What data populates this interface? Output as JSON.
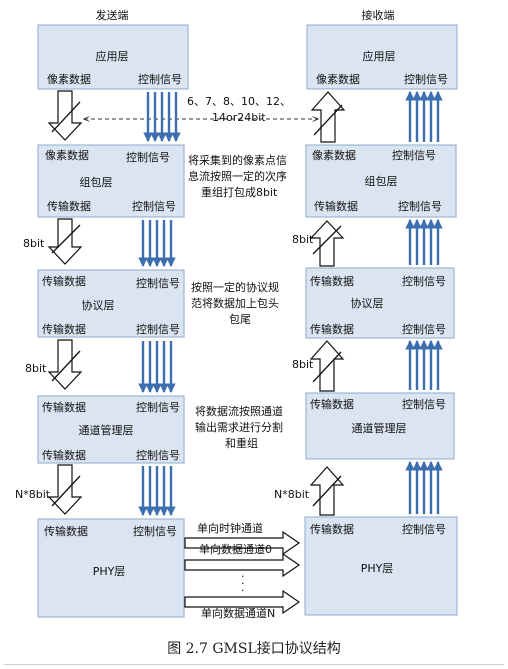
{
  "sender": {
    "title": "发送端",
    "layers": {
      "app": {
        "name": "应用层",
        "left": "像素数据",
        "right": "控制信号"
      },
      "pack": {
        "top_left": "像素数据",
        "top_right": "控制信号",
        "name": "组包层",
        "bot_left": "传输数据",
        "bot_right": "控制信号"
      },
      "protocol": {
        "top_left": "传输数据",
        "top_right": "控制信号",
        "name": "协议层",
        "bot_left": "传输数据",
        "bot_right": "控制信号"
      },
      "channel": {
        "top_left": "传输数据",
        "top_right": "控制信号",
        "name": "通道管理层",
        "bot_left": "传输数据",
        "bot_right": "控制信号"
      },
      "phy": {
        "top_left": "传输数据",
        "top_right": "控制信号",
        "name": "PHY层"
      }
    }
  },
  "receiver": {
    "title": "接收端",
    "layers": {
      "app": {
        "name": "应用层",
        "left": "像素数据",
        "right": "控制信号"
      },
      "pack": {
        "top_left": "像素数据",
        "top_right": "控制信号",
        "name": "组包层",
        "bot_left": "传输数据",
        "bot_right": "控制信号"
      },
      "protocol": {
        "top_left": "传输数据",
        "top_right": "控制信号",
        "name": "协议层",
        "bot_left": "传输数据",
        "bot_right": "控制信号"
      },
      "channel": {
        "top_left": "传输数据",
        "top_right": "控制信号",
        "name": "通道管理层"
      },
      "phy": {
        "top_left": "传输数据",
        "top_right": "控制信号",
        "name": "PHY层"
      }
    }
  },
  "annotations": {
    "bit_widths_line1": "6、7、8、10、12、",
    "bit_widths_line2": "14or24bit",
    "pack_desc": [
      "将采集到的像素点信",
      "息流按照一定的次序",
      "重组打包成8bit"
    ],
    "protocol_desc": [
      "按照一定的协议规",
      "范将数据加上包头",
      "包尾"
    ],
    "channel_desc": [
      "将数据流按照通道",
      "输出需求进行分割",
      "和重组"
    ],
    "s_8bit_1": "8bit",
    "s_8bit_2": "8bit",
    "s_n8bit": "N*8bit",
    "r_8bit_1": "8bit",
    "r_8bit_2": "8bit",
    "r_n8bit": "N*8bit"
  },
  "channels": {
    "clock": "单向时钟通道",
    "data0": "单向数据通道0",
    "dots": ".",
    "dataN": "单向数据通道N"
  },
  "caption": "图 2.7 GMSL接口协议结构",
  "colors": {
    "box_fill": "#dbe5f1",
    "box_stroke": "#8eaacc",
    "ctrl_arrow": "#3d6fb0",
    "data_arrow": "#111111"
  }
}
